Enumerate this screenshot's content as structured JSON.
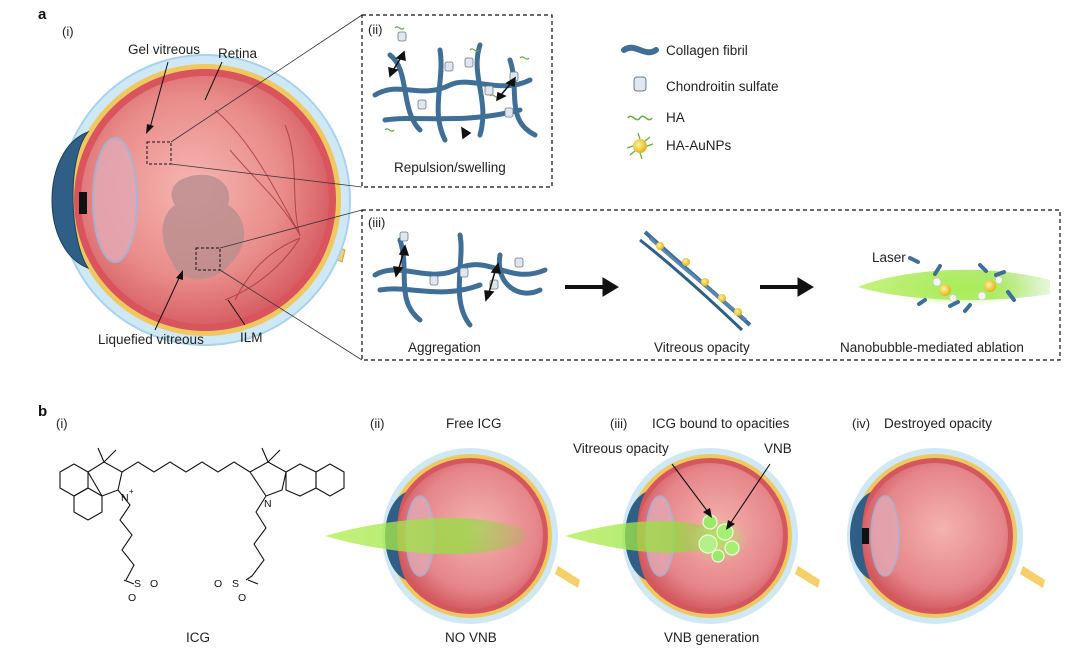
{
  "panels": {
    "a": "a",
    "b": "b"
  },
  "panel_a": {
    "sub_i": "(i)",
    "sub_ii": "(ii)",
    "sub_iii": "(iii)",
    "labels": {
      "gel_vitreous": "Gel vitreous",
      "retina": "Retina",
      "liquefied_vitreous": "Liquefied vitreous",
      "ilm": "ILM",
      "repulsion": "Repulsion/swelling",
      "aggregation": "Aggregation",
      "vitreous_opacity": "Vitreous opacity",
      "ablation": "Nanobubble-mediated ablation",
      "laser": "Laser"
    },
    "legend": [
      {
        "key": "collagen",
        "label": "Collagen fibril"
      },
      {
        "key": "chondroitin",
        "label": "Chondroitin sulfate"
      },
      {
        "key": "ha",
        "label": "HA"
      },
      {
        "key": "ha_aunps",
        "label": "HA-AuNPs"
      }
    ]
  },
  "panel_b": {
    "sub_i": "(i)",
    "sub_ii": "(ii)",
    "sub_iii": "(iii)",
    "sub_iv": "(iv)",
    "free_icg": "Free ICG",
    "icg_bound": "ICG bound to opacities",
    "destroyed": "Destroyed opacity",
    "vitreous_opacity": "Vitreous opacity",
    "vnb": "VNB",
    "icg": "ICG",
    "no_vnb": "NO VNB",
    "vnb_generation": "VNB generation",
    "atoms": {
      "n_plus": "N",
      "plus": "+",
      "n": "N",
      "s": "S",
      "o": "O",
      "o_minus": "O"
    }
  },
  "colors": {
    "eye_red": "#d8535b",
    "eye_inner": "#ef9d9c",
    "sclera": "#bfe1f2",
    "retina_yellow": "#f0c860",
    "cornea": "#2f5f86",
    "fibril": "#3f6e97",
    "laser": "#9be23a",
    "gold": "#f2d231"
  }
}
